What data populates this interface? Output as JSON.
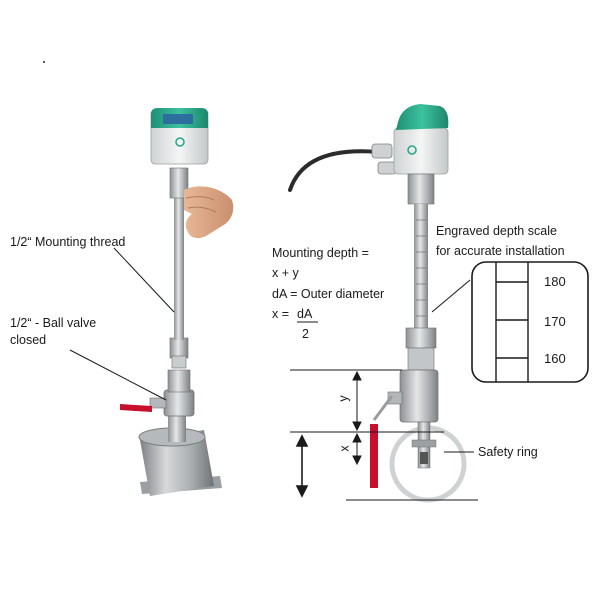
{
  "left_labels": {
    "mounting_thread": "1/2“ Mounting thread",
    "ball_valve_line1": "1/2“ - Ball valve",
    "ball_valve_line2": "closed"
  },
  "right_labels": {
    "mounting_depth": "Mounting depth =",
    "x_plus_y": "x + y",
    "da_outer": "dA = Outer diameter",
    "x_equals": "x =",
    "da_numerator": "dA",
    "denominator": "2",
    "engraved_line1": "Engraved depth scale",
    "engraved_line2": "for accurate installation",
    "safety_ring": "Safety ring",
    "dim_y": "y",
    "dim_x": "x"
  },
  "depth_scale": [
    "180",
    "170",
    "160"
  ],
  "colors": {
    "sensor_teal": "#2aa889",
    "sensor_body": "#e9ecec",
    "steel": "#b9bcbe",
    "valve_handle": "#c8102e",
    "cable": "#2b2b2b",
    "line": "#1a1a1a"
  }
}
